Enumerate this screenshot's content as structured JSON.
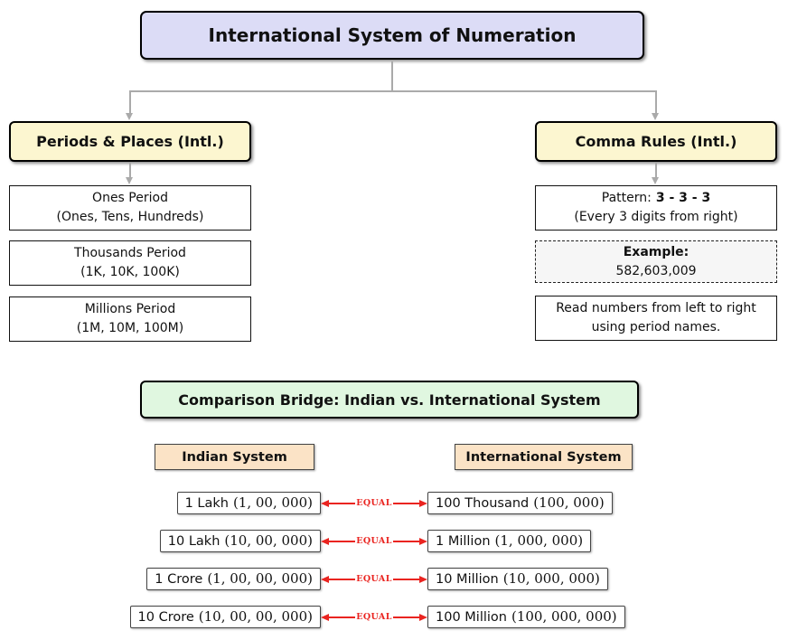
{
  "title": "International System of Numeration",
  "left_branch": {
    "header": "Periods & Places (Intl.)",
    "boxes": [
      {
        "line1": "Ones Period",
        "line2": "(Ones, Tens, Hundreds)"
      },
      {
        "line1": "Thousands Period",
        "line2": "(1K, 10K, 100K)"
      },
      {
        "line1": "Millions Period",
        "line2": "(1M, 10M, 100M)"
      }
    ]
  },
  "right_branch": {
    "header": "Comma Rules (Intl.)",
    "pattern_box": {
      "label": "Pattern:",
      "pattern": "3 - 3 - 3",
      "line2": "(Every 3 digits from right)"
    },
    "example_box": {
      "label": "Example:",
      "value": "582,603,009"
    },
    "note_box": {
      "line1": "Read numbers from left to right",
      "line2": "using period names."
    }
  },
  "bridge": {
    "header": "Comparison Bridge: Indian vs. International System",
    "columns": {
      "left": "Indian System",
      "right": "International System"
    },
    "equal_label": "EQUAL",
    "rows": [
      {
        "indian": "1 Lakh",
        "indian_num": "(1, 00, 000)",
        "intl": "100 Thousand",
        "intl_num": "(100, 000)"
      },
      {
        "indian": "10 Lakh",
        "indian_num": "(10, 00, 000)",
        "intl": "1 Million",
        "intl_num": "(1, 000, 000)"
      },
      {
        "indian": "1 Crore",
        "indian_num": "(1, 00, 00, 000)",
        "intl": "10 Million",
        "intl_num": "(10, 000, 000)"
      },
      {
        "indian": "10 Crore",
        "indian_num": "(10, 00, 00, 000)",
        "intl": "100 Million",
        "intl_num": "(100, 000, 000)"
      }
    ]
  },
  "colors": {
    "title_fill": "#dcdcf6",
    "branch_header_fill": "#fcf6d0",
    "bridge_header_fill": "#e0f7e0",
    "column_header_fill": "#fbe3c6",
    "example_fill": "#f6f6f6",
    "equal_red": "#ea2420",
    "connector_gray": "#aaaaaa"
  }
}
